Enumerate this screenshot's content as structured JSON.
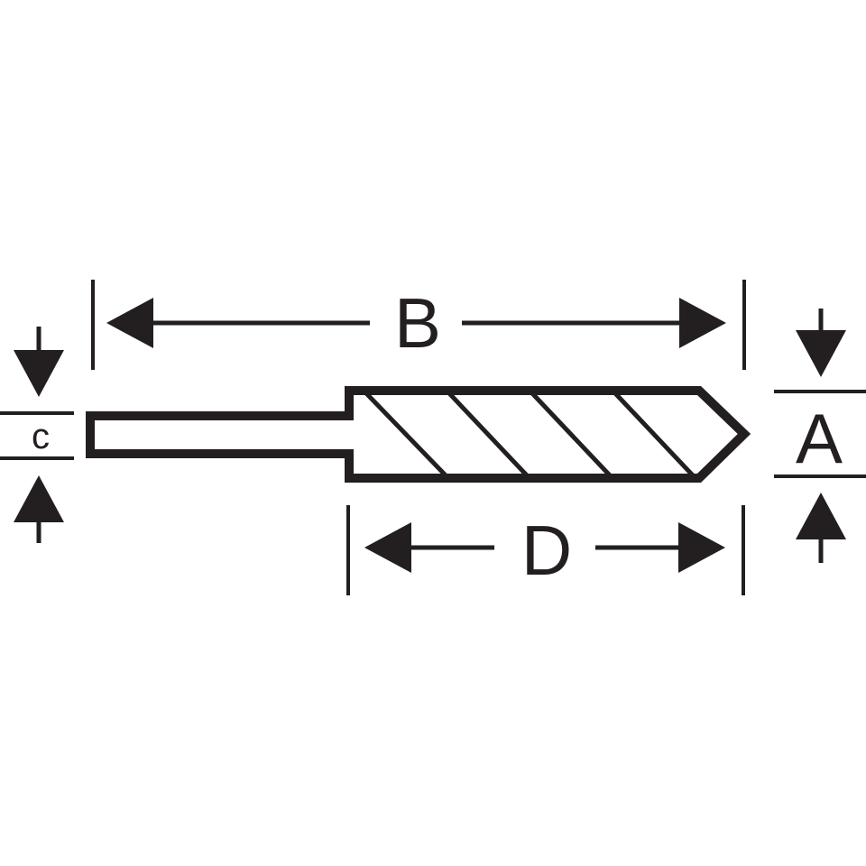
{
  "diagram": {
    "labels": {
      "overall_length": "B",
      "flute_length": "D",
      "cutting_diameter": "A",
      "shank_diameter": "c"
    },
    "colors": {
      "line": "#231f20",
      "background": "#ffffff"
    }
  }
}
